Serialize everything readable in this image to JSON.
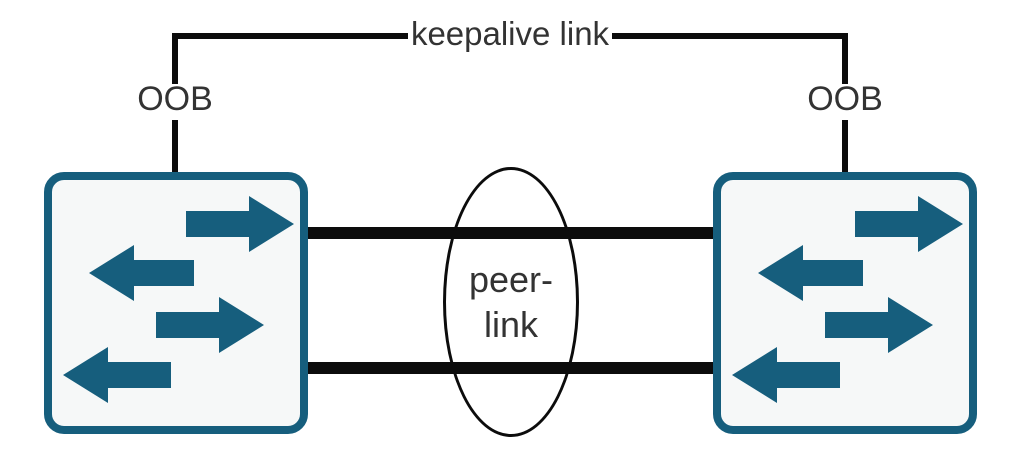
{
  "colors": {
    "accent": "#165E7D",
    "switch_fill": "#F6F8F8",
    "line": "#0C0C0C",
    "text": "#333333"
  },
  "diagram": {
    "keepalive_label": "keepalive link",
    "oob_left_label": "OOB",
    "oob_right_label": "OOB",
    "peer_link_label_line1": "peer-",
    "peer_link_label_line2": "link"
  }
}
